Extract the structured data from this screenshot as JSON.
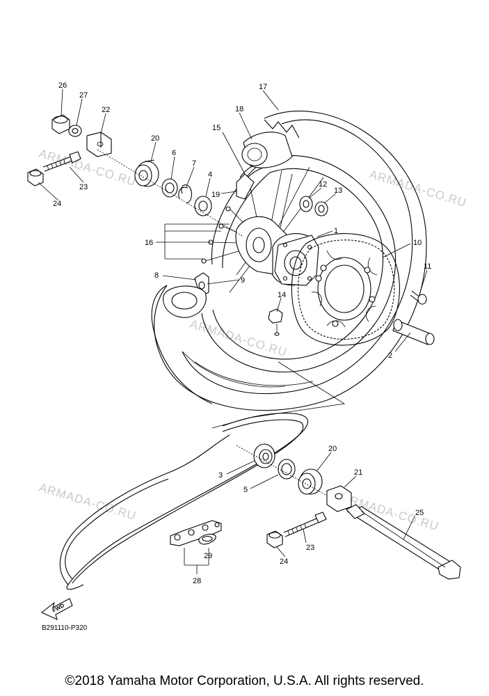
{
  "watermark": "ARMADA-CO.RU",
  "diagram_code": "B291110-P320",
  "fwd_label": "FWD",
  "copyright": "©2018 Yamaha Motor Corporation, U.S.A. All rights reserved.",
  "callouts": {
    "c1": "1",
    "c2": "2",
    "c3": "3",
    "c4": "4",
    "c5": "5",
    "c6": "6",
    "c7": "7",
    "c8": "8",
    "c9": "9",
    "c10": "10",
    "c11": "11",
    "c12": "12",
    "c13": "13",
    "c14": "14",
    "c15": "15",
    "c16": "16",
    "c17": "17",
    "c18": "18",
    "c19": "19",
    "c20a": "20",
    "c20b": "20",
    "c21": "21",
    "c22": "22",
    "c23a": "23",
    "c23b": "23",
    "c24a": "24",
    "c24b": "24",
    "c25": "25",
    "c26": "26",
    "c27": "27",
    "c28": "28",
    "c29": "29"
  }
}
